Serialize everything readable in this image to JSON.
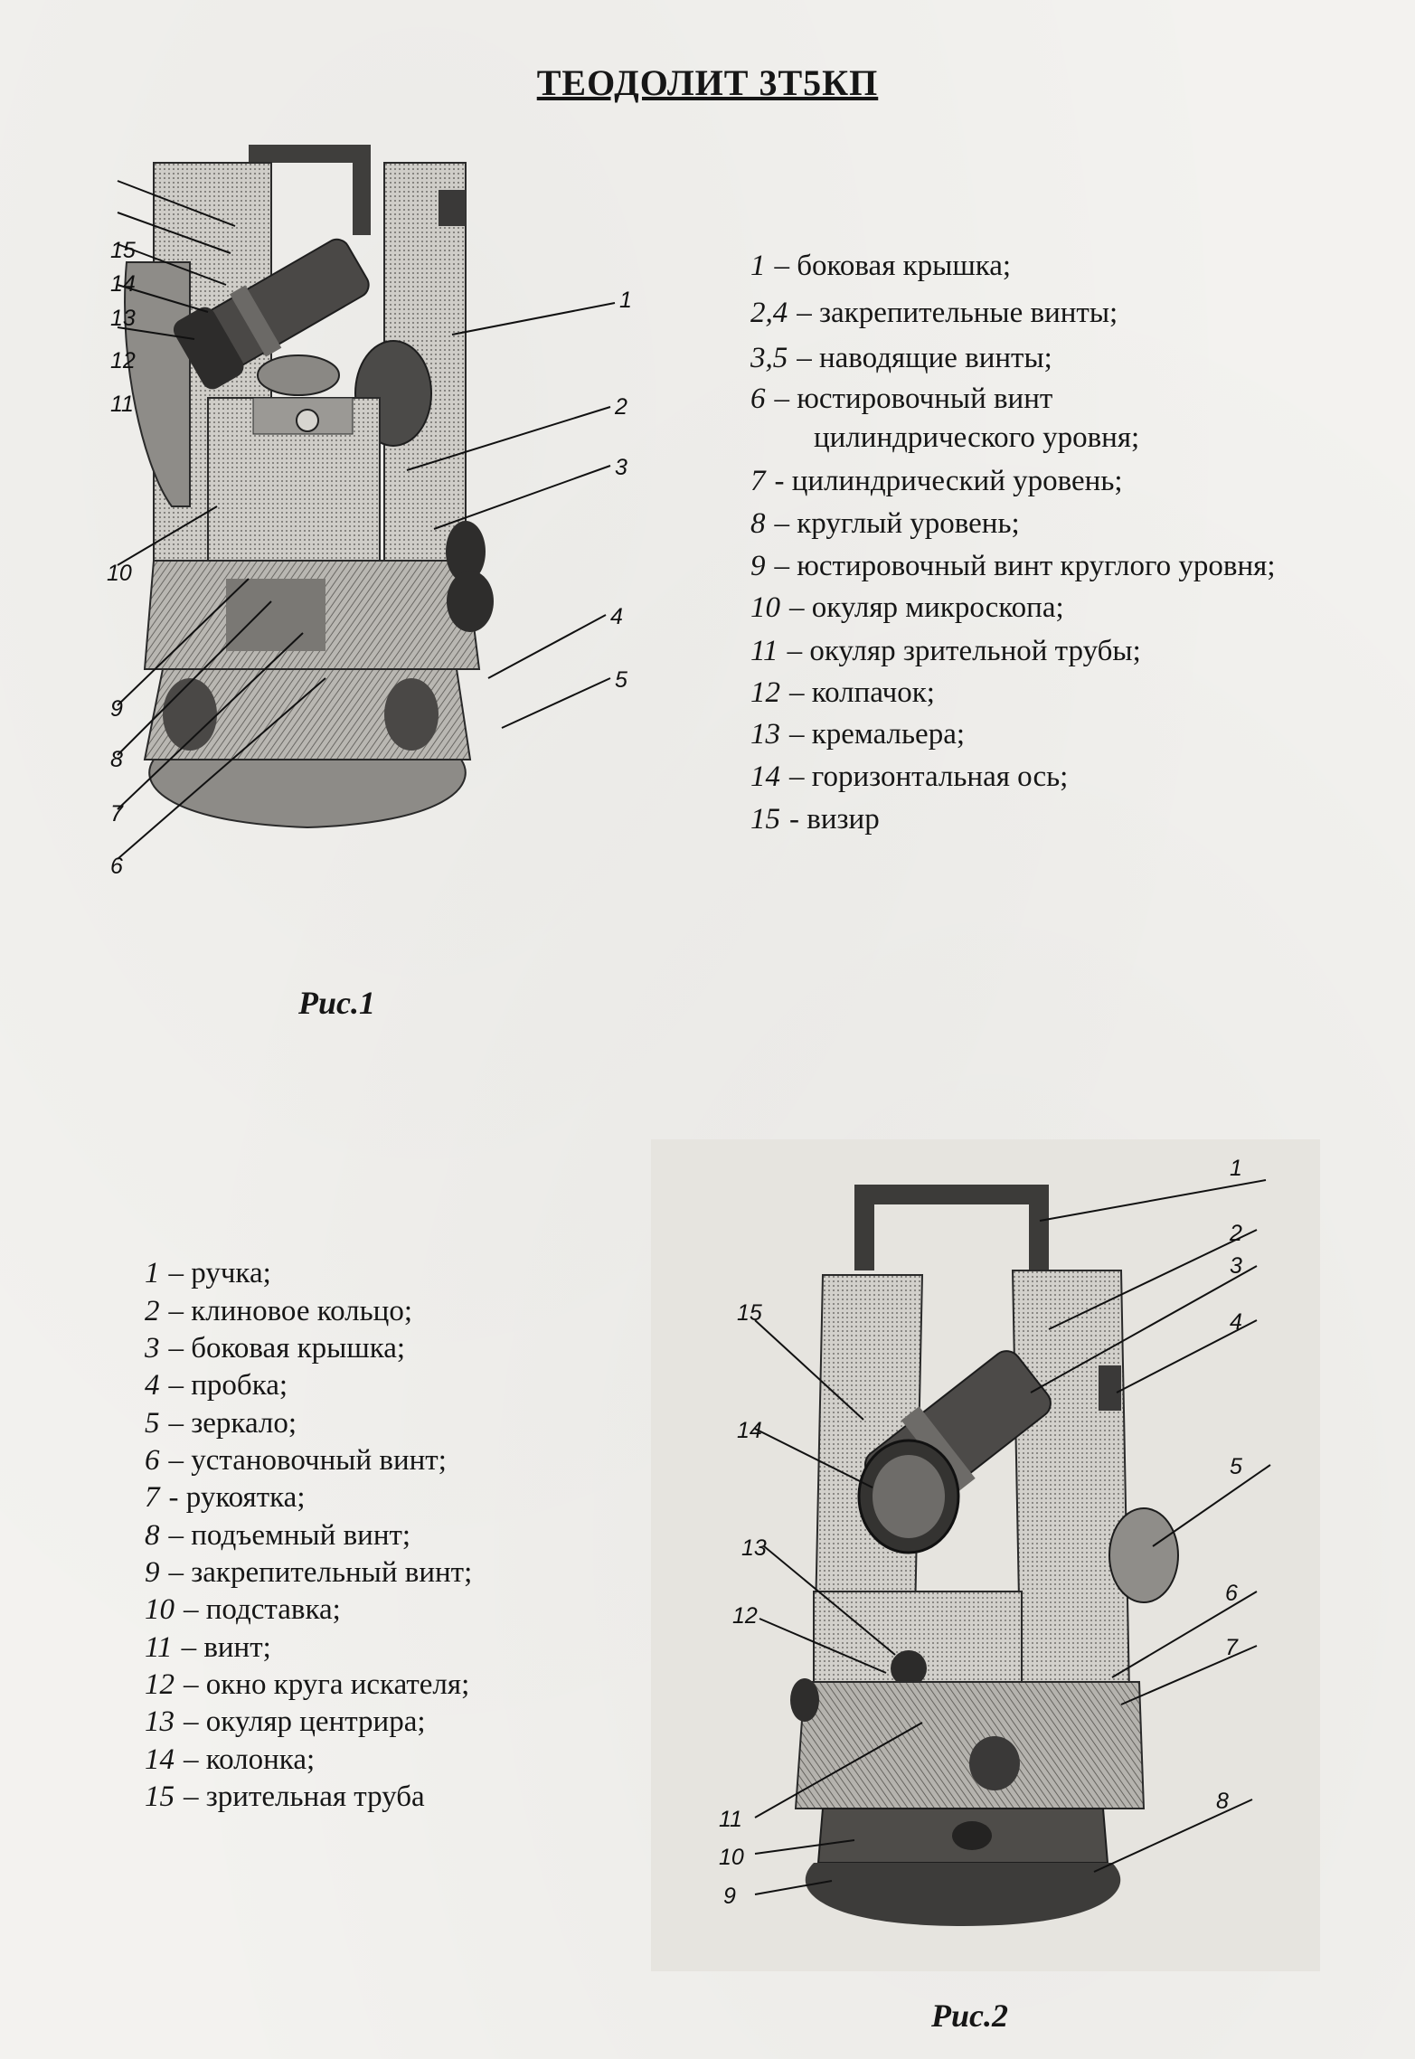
{
  "title": "ТЕОДОЛИТ 3Т5КП",
  "figure1": {
    "caption": "Рис.1",
    "callouts": [
      "15",
      "14",
      "13",
      "12",
      "11",
      "10",
      "9",
      "8",
      "7",
      "6",
      "1",
      "2",
      "3",
      "4",
      "5"
    ],
    "legend": [
      {
        "key": "1",
        "sep": "–",
        "text": "боковая крышка;"
      },
      {
        "key": "2,4",
        "sep": "–",
        "text": "закрепительные винты;"
      },
      {
        "key": "3,5",
        "sep": "–",
        "text": "наводящие винты;"
      },
      {
        "key": "6",
        "sep": "–",
        "text": "юстировочный винт",
        "cont": "цилиндрического уровня;"
      },
      {
        "key": "7",
        "sep": "-",
        "text": "цилиндрический уровень;"
      },
      {
        "key": "8",
        "sep": "–",
        "text": "круглый уровень;"
      },
      {
        "key": "9",
        "sep": "–",
        "text": "юстировочный винт круглого уровня;"
      },
      {
        "key": "10",
        "sep": "–",
        "text": "окуляр микроскопа;"
      },
      {
        "key": "11",
        "sep": "–",
        "text": "окуляр зрительной трубы;"
      },
      {
        "key": "12",
        "sep": "–",
        "text": "колпачок;"
      },
      {
        "key": "13",
        "sep": "–",
        "text": "кремальера;"
      },
      {
        "key": "14",
        "sep": "–",
        "text": "горизонтальная ось;"
      },
      {
        "key": "15",
        "sep": "-",
        "text": "визир"
      }
    ]
  },
  "figure2": {
    "caption": "Рис.2",
    "callouts": [
      "1",
      "2",
      "3",
      "4",
      "5",
      "6",
      "7",
      "8",
      "15",
      "14",
      "13",
      "12",
      "11",
      "10",
      "9"
    ],
    "legend": [
      {
        "key": "1",
        "sep": "–",
        "text": "ручка;"
      },
      {
        "key": "2",
        "sep": "–",
        "text": "клиновое кольцо;"
      },
      {
        "key": "3",
        "sep": "–",
        "text": "боковая крышка;"
      },
      {
        "key": "4",
        "sep": "–",
        "text": "пробка;"
      },
      {
        "key": "5",
        "sep": "–",
        "text": "зеркало;"
      },
      {
        "key": "6",
        "sep": "–",
        "text": "установочный винт;"
      },
      {
        "key": "7",
        "sep": "-",
        "text": "рукоятка;"
      },
      {
        "key": "8",
        "sep": "–",
        "text": "подъемный винт;"
      },
      {
        "key": "9",
        "sep": "–",
        "text": "закрепительный винт;"
      },
      {
        "key": "10",
        "sep": "–",
        "text": "подставка;"
      },
      {
        "key": "11",
        "sep": "–",
        "text": "винт;"
      },
      {
        "key": "12",
        "sep": "–",
        "text": "окно круга искателя;"
      },
      {
        "key": "13",
        "sep": "–",
        "text": "окуляр центрира;"
      },
      {
        "key": "14",
        "sep": "–",
        "text": "колонка;"
      },
      {
        "key": "15",
        "sep": "–",
        "text": "зрительная труба"
      }
    ]
  }
}
